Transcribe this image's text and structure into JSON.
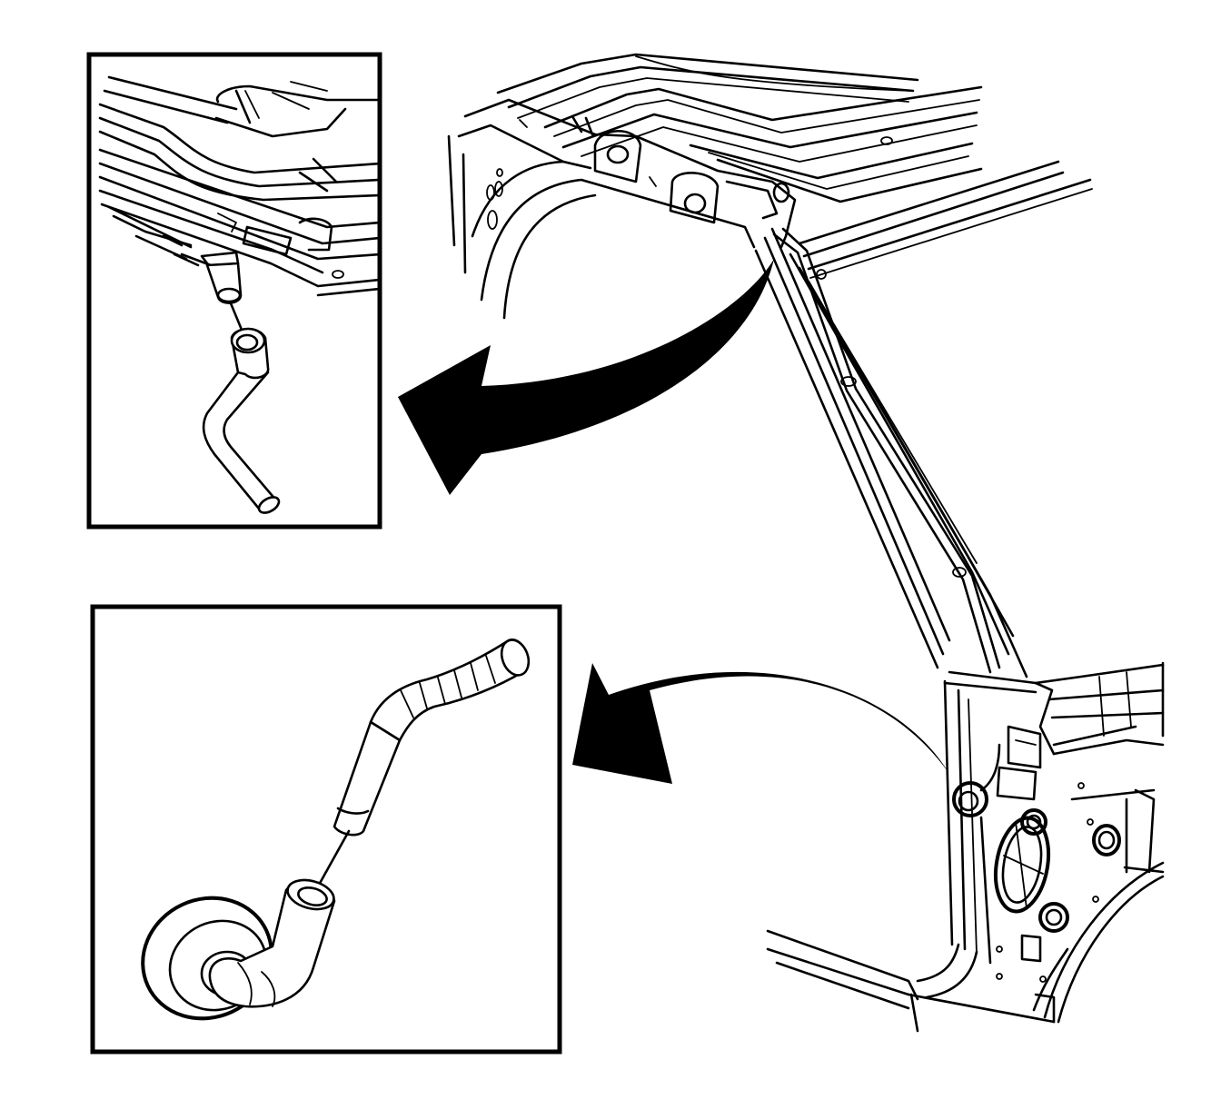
{
  "diagram": {
    "background_color": "#ffffff",
    "line_color": "#000000",
    "views": {
      "main": {
        "subject": "vehicle-body-pillar-with-drain-hose"
      },
      "upper_detail": {
        "subject": "drain-hose-upper-connection"
      },
      "lower_detail": {
        "subject": "drain-hose-lower-grommet"
      }
    },
    "callouts": [
      {
        "from": "main",
        "to": "upper_detail",
        "icon": "curved-arrow-icon"
      },
      {
        "from": "main",
        "to": "lower_detail",
        "icon": "curved-arrow-icon"
      }
    ]
  }
}
